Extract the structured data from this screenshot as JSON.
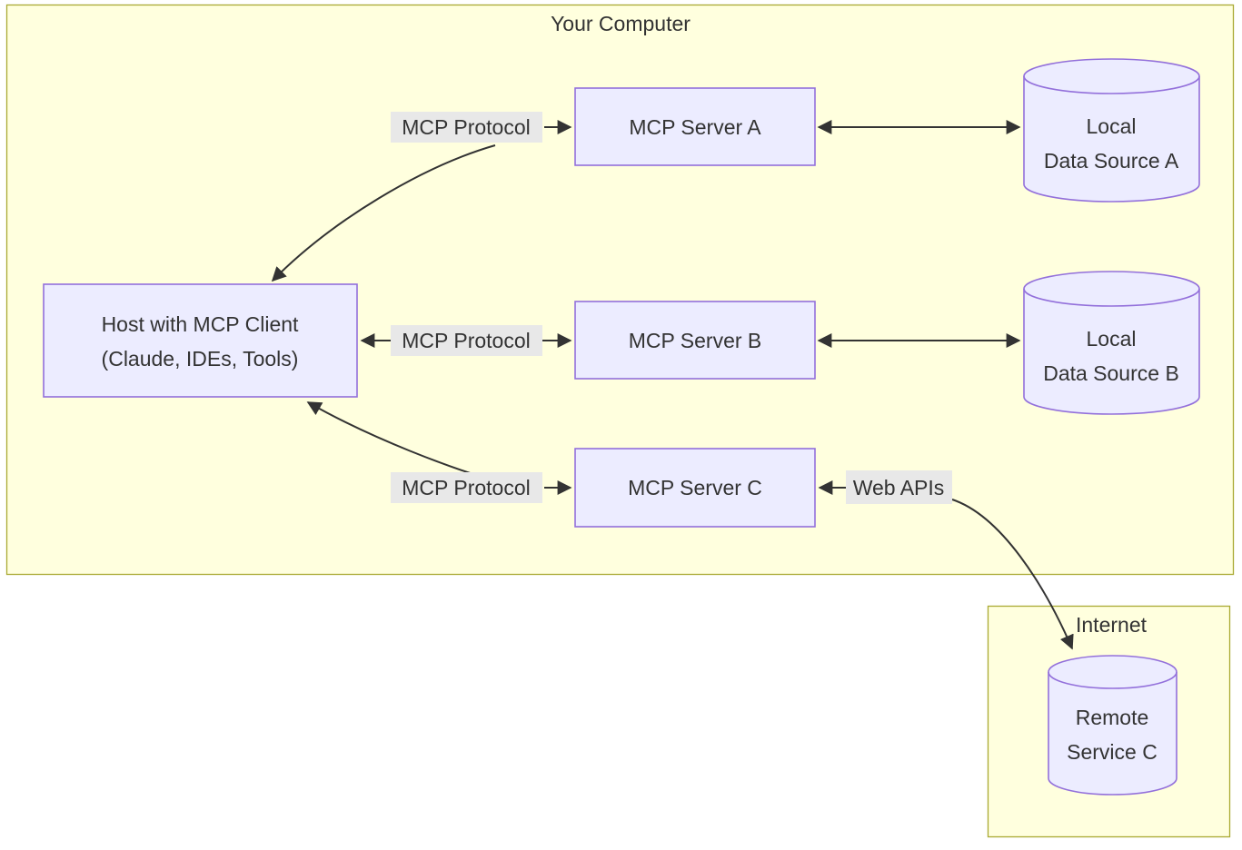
{
  "clusters": {
    "your_computer": "Your Computer",
    "internet": "Internet"
  },
  "nodes": {
    "host": {
      "line1": "Host with MCP Client",
      "line2": "(Claude, IDEs, Tools)"
    },
    "server_a": "MCP Server A",
    "server_b": "MCP Server B",
    "server_c": "MCP Server C",
    "data_source_a": {
      "line1": "Local",
      "line2": "Data Source A"
    },
    "data_source_b": {
      "line1": "Local",
      "line2": "Data Source B"
    },
    "remote_service_c": {
      "line1": "Remote",
      "line2": "Service C"
    }
  },
  "edge_labels": {
    "host_server_a": "MCP Protocol",
    "host_server_b": "MCP Protocol",
    "host_server_c": "MCP Protocol",
    "server_c_remote": "Web APIs"
  },
  "colors": {
    "node_fill": "#ECECFF",
    "node_border": "#9370DB",
    "cluster_fill": "#ffffde",
    "cluster_border": "#aaaa33",
    "edge_label_bg": "#e8e8e8",
    "arrow": "#333333",
    "text": "#333333",
    "page_bg": "#ffffff"
  }
}
